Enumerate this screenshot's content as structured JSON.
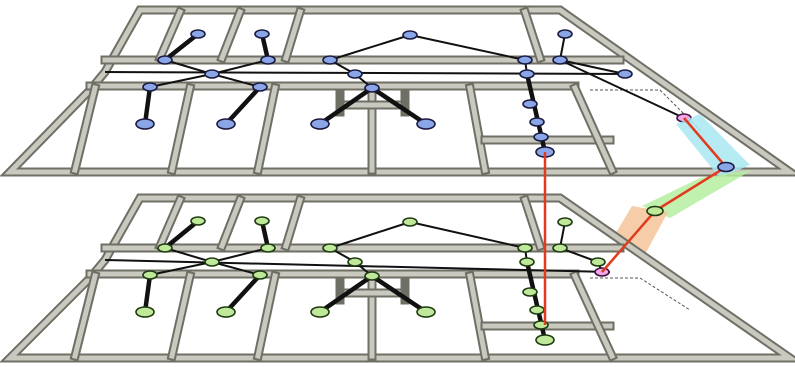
{
  "colors": {
    "wall_dark": "#6f6f66",
    "wall_light": "#c9c9c0",
    "upper_node": "#8aa6e6",
    "lower_node": "#bfe89a",
    "portal_node": "#f0a8e6",
    "inter_floor_link": "#e23a1e",
    "region_cyan": "#a9e8f2",
    "region_green": "#b6eea0",
    "region_orange": "#f6c49a"
  },
  "layers": [
    {
      "id": "upper-floor",
      "node_color": "#8aa6e6"
    },
    {
      "id": "lower-floor",
      "node_color": "#bfe89a"
    }
  ],
  "connections": [
    {
      "kind": "vertical-link",
      "color": "#e23a1e"
    },
    {
      "kind": "stair-link",
      "color": "#e23a1e",
      "regions": [
        "cyan",
        "green",
        "orange"
      ]
    }
  ]
}
